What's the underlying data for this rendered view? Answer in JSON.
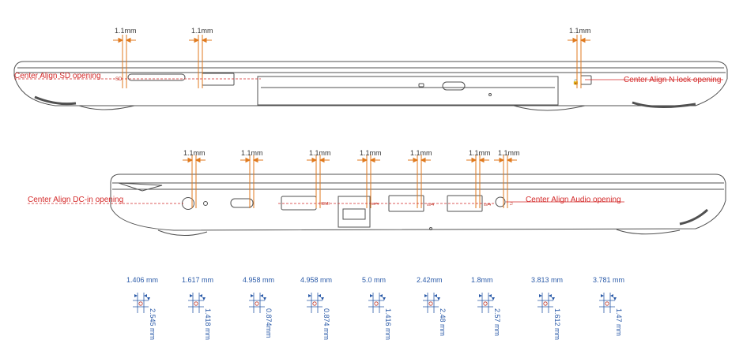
{
  "colors": {
    "outline": "#505050",
    "dimension": "#e07a1f",
    "annotation": "#d42a2a",
    "spec": "#2a5aa8",
    "port": "#c0392b"
  },
  "top_view": {
    "dimensions": [
      "1.1mm",
      "1.1mm",
      "1.1mm"
    ],
    "callouts": {
      "sd": "Center Align SD opening",
      "lock": "Center Align N lock opening"
    }
  },
  "bottom_view": {
    "dimensions": [
      "1.1mm",
      "1.1mm",
      "1.1mm",
      "1.1mm",
      "1.1mm",
      "1.1mm",
      "1.1mm"
    ],
    "callouts": {
      "dc": "Center Align DC-in opening",
      "audio": "Center Align Audio opening"
    }
  },
  "specs": [
    {
      "width": "1.406 mm",
      "height": "2.545 mm"
    },
    {
      "width": "1.617 mm",
      "height": "1.418 mm"
    },
    {
      "width": "4.958 mm",
      "height": "0.874mm"
    },
    {
      "width": "4.958 mm",
      "height": "0.874 mm"
    },
    {
      "width": "5.0 mm",
      "height": "1.416 mm"
    },
    {
      "width": "2.42mm",
      "height": "2.48 mm"
    },
    {
      "width": "1.8mm",
      "height": "2.57 mm"
    },
    {
      "width": "3.813 mm",
      "height": "1.612 mm"
    },
    {
      "width": "3.781 mm",
      "height": "1.47 mm"
    }
  ]
}
